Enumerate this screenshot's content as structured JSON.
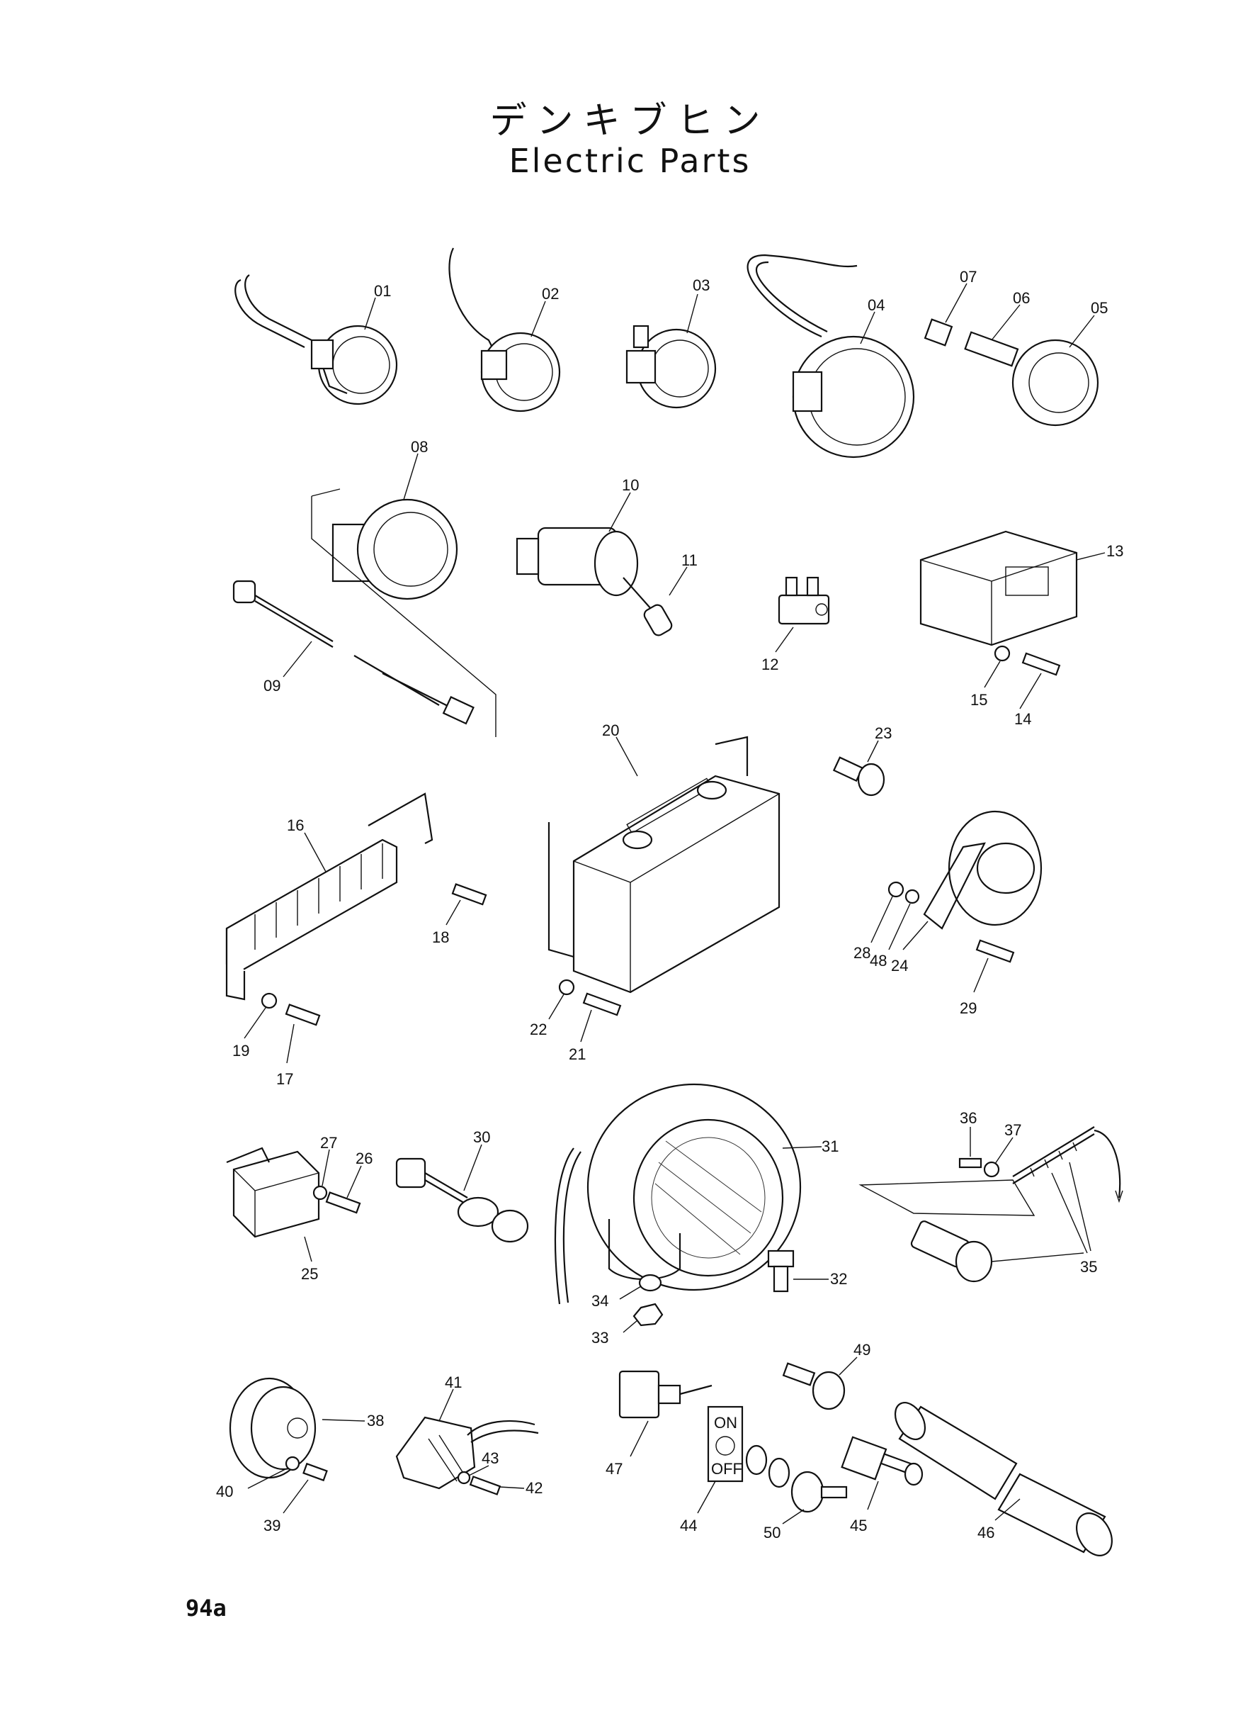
{
  "header": {
    "title_jp": "デンキブヒン",
    "title_en": "Electric Parts"
  },
  "footer": {
    "page_number": "94a"
  },
  "part_labels": {
    "p01": "01",
    "p02": "02",
    "p03": "03",
    "p04": "04",
    "p05": "05",
    "p06": "06",
    "p07": "07",
    "p08": "08",
    "p09": "09",
    "p10": "10",
    "p11": "11",
    "p12": "12",
    "p13": "13",
    "p14": "14",
    "p15": "15",
    "p16": "16",
    "p17": "17",
    "p18": "18",
    "p19": "19",
    "p20": "20",
    "p21": "21",
    "p22": "22",
    "p23": "23",
    "p24": "24",
    "p25": "25",
    "p26": "26",
    "p27": "27",
    "p28": "28",
    "p29": "29",
    "p30": "30",
    "p31": "31",
    "p32": "32",
    "p33": "33",
    "p34": "34",
    "p35": "35",
    "p36": "36",
    "p37": "37",
    "p38": "38",
    "p39": "39",
    "p40": "40",
    "p41": "41",
    "p42": "42",
    "p43": "43",
    "p44": "44",
    "p45": "45",
    "p46": "46",
    "p47": "47",
    "p48": "48",
    "p49": "49",
    "p50": "50"
  },
  "switch_plate": {
    "on": "ON",
    "off": "OFF"
  }
}
